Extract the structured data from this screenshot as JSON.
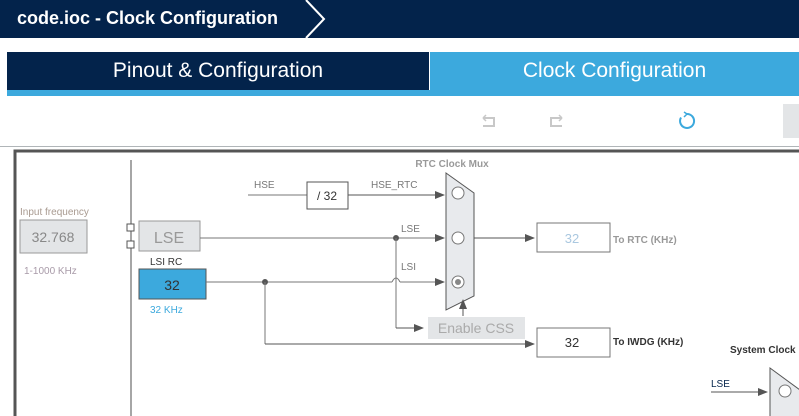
{
  "header": {
    "title": "code.ioc - Clock Configuration"
  },
  "tabs": [
    {
      "label": "Pinout & Configuration",
      "active": false
    },
    {
      "label": "Clock Configuration",
      "active": true
    }
  ],
  "toolbar": {
    "icons": [
      "undo-icon",
      "redo-icon",
      "refresh-icon"
    ]
  },
  "diagram": {
    "input_frequency_label": "Input frequency",
    "input_frequency_value": "32.768",
    "input_frequency_range": "1-1000 KHz",
    "lse_block": "LSE",
    "lsi_label": "LSI RC",
    "lsi_value": "32",
    "lsi_freq": "32 KHz",
    "hse_label": "HSE",
    "divider": "/ 32",
    "hse_rtc": "HSE_RTC",
    "rtc_mux_title": "RTC Clock Mux",
    "line_lse": "LSE",
    "line_lsi": "LSI",
    "enable_css": "Enable CSS",
    "rtc_value": "32",
    "rtc_label": "To RTC (KHz)",
    "iwdg_value": "32",
    "iwdg_label": "To IWDG (KHz)",
    "sysclk_title": "System Clock Mux",
    "sysclk_lse": "LSE",
    "rtc_mux_selected": "LSI",
    "colors": {
      "navy": "#03234b",
      "accent": "#3ca9dd"
    }
  }
}
